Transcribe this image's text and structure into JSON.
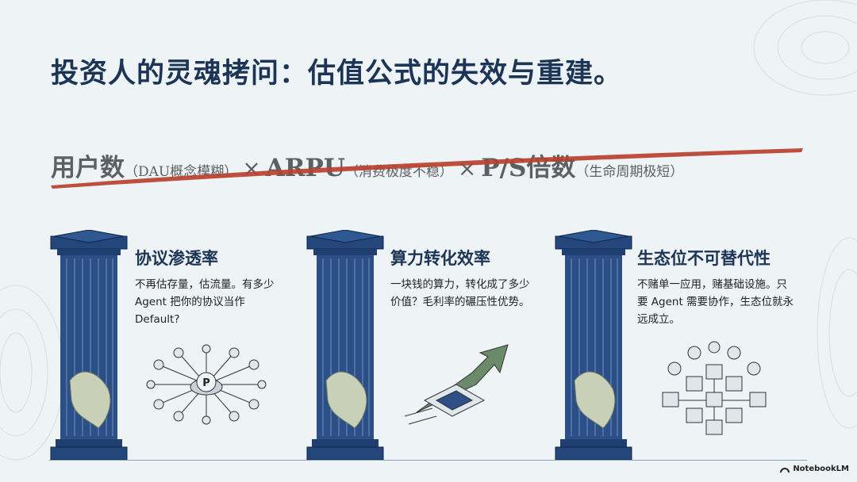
{
  "title": "投资人的灵魂拷问：估值公式的失效与重建。",
  "formula": {
    "term1": "用户数",
    "note1": "（DAU概念模糊）",
    "op1": "×",
    "term2": "ARPU",
    "note2": "（消费极度不稳）",
    "op2": "×",
    "term3": "P/S倍数",
    "note3": "（生命周期极短）"
  },
  "cards": [
    {
      "heading": "协议渗透率",
      "body": "不再估存量，估流量。有多少 Agent 把你的协议当作 Default?",
      "icon": "protocol-hub-icon"
    },
    {
      "heading": "算力转化效率",
      "body": "一块钱的算力，转化成了多少价值？毛利率的碾压性优势。",
      "icon": "chip-arrow-icon"
    },
    {
      "heading": "生态位不可替代性",
      "body": "不赌单一应用，赌基础设施。只要 Agent 需要协作，生态位就永远成立。",
      "icon": "network-blocks-icon"
    }
  ],
  "brand": "NotebookLM",
  "colors": {
    "navy": "#1c3556",
    "strike": "#b8412e",
    "bg": "#eef3f5"
  }
}
